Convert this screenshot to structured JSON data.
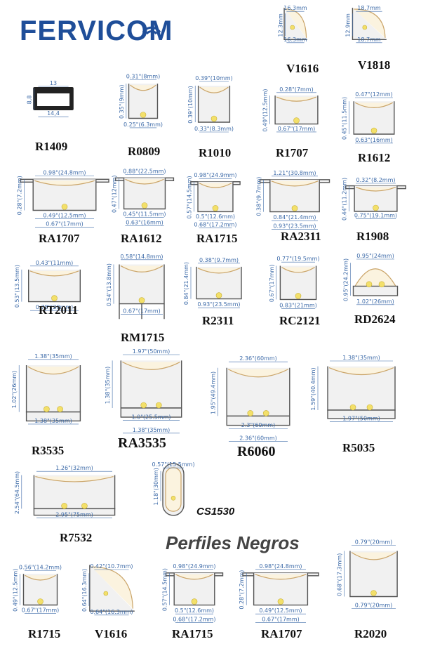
{
  "brand": {
    "name": "FERVICOM"
  },
  "section_black": "Perfiles Negros",
  "profiles": [
    {
      "id": "v1616",
      "code": "V1616",
      "dims": [
        "16.3mm",
        "12.3mm",
        "16.3mm"
      ]
    },
    {
      "id": "v1818",
      "code": "V1818",
      "dims": [
        "18.7mm",
        "12.9mm",
        "18.7mm"
      ]
    },
    {
      "id": "r1409",
      "code": "R1409",
      "dims": [
        "13",
        "8,8",
        "14,4"
      ]
    },
    {
      "id": "r0809",
      "code": "R0809",
      "dims": [
        "0.31\"(8mm)",
        "0.35\"(9mm)",
        "0.25\"(6.3mm)"
      ]
    },
    {
      "id": "r1010",
      "code": "R1010",
      "dims": [
        "0.39\"(10mm)",
        "0.39\"(10mm)",
        "0.33\"(8.3mm)"
      ]
    },
    {
      "id": "r1707",
      "code": "R1707",
      "dims": [
        "0.28\"(7mm)",
        "0.49\"(12.5mm)",
        "0.67\"(17mm)"
      ]
    },
    {
      "id": "r1612",
      "code": "R1612",
      "dims": [
        "0.47\"(12mm)",
        "0.45\"(11.5mm)",
        "0.63\"(16mm)"
      ]
    },
    {
      "id": "ra1707",
      "code": "RA1707",
      "dims": [
        "0.98\"(24.8mm)",
        "0.28\"(7.2mm)",
        "0.49\"(12.5mm)",
        "0.67\"(17mm)"
      ]
    },
    {
      "id": "ra1612",
      "code": "RA1612",
      "dims": [
        "0.88\"(22.5mm)",
        "0.47\"(12mm)",
        "0.45\"(11.5mm)",
        "0.63\"(16mm)"
      ]
    },
    {
      "id": "ra1715",
      "code": "RA1715",
      "dims": [
        "0.98\"(24.9mm)",
        "0.57\"(14.5mm)",
        "0.5\"(12.6mm)",
        "0.68\"(17.2mm)"
      ]
    },
    {
      "id": "ra2311",
      "code": "RA2311",
      "dims": [
        "1.21\"(30.8mm)",
        "0.38\"(9.7mm)",
        "0.84\"(21.4mm)",
        "0.93\"(23.5mm)"
      ]
    },
    {
      "id": "r1908",
      "code": "R1908",
      "dims": [
        "0.32\"(8.2mm)",
        "0.44\"(11.2mm)",
        "0.75\"(19.1mm)"
      ]
    },
    {
      "id": "rt2011",
      "code": "RT2011",
      "dims": [
        "0.43\"(11mm)",
        "0.53\"(13.5mm)",
        "0.78\"(20mm)"
      ]
    },
    {
      "id": "rm1715",
      "code": "RM1715",
      "dims": [
        "0.58\"(14.8mm)",
        "0.54\"(13.8mm)",
        "0.67\"(17mm)"
      ]
    },
    {
      "id": "r2311",
      "code": "R2311",
      "dims": [
        "0.38\"(9.7mm)",
        "0.84\"(21.4mm)",
        "0.93\"(23.5mm)"
      ]
    },
    {
      "id": "rc2121",
      "code": "RC2121",
      "dims": [
        "0.77\"(19.5mm)",
        "0.67\"(17mm)",
        "0.83\"(21mm)"
      ]
    },
    {
      "id": "rd2624",
      "code": "RD2624",
      "dims": [
        "0.95\"(24mm)",
        "0.95\"(24.2mm)",
        "1.02\"(26mm)"
      ]
    },
    {
      "id": "r3535",
      "code": "R3535",
      "dims": [
        "1.38\"(35mm)",
        "1.02\"(26mm)",
        "1.38\"(35mm)"
      ]
    },
    {
      "id": "ra3535",
      "code": "RA3535",
      "dims": [
        "1.97\"(50mm)",
        "1.38\"(35mm)",
        "1.0\"(25.5mm)",
        "1.38\"(35mm)"
      ]
    },
    {
      "id": "r6060",
      "code": "R6060",
      "dims": [
        "2.36\"(60mm)",
        "1.95\"(49.4mm)",
        "2.3\"(60mm)",
        "2.36\"(60mm)"
      ]
    },
    {
      "id": "r5035",
      "code": "R5035",
      "dims": [
        "1.38\"(35mm)",
        "1.59\"(40.4mm)",
        "1.97\"(50mm)"
      ]
    },
    {
      "id": "r7532",
      "code": "R7532",
      "dims": [
        "1.26\"(32mm)",
        "2.54\"(64.5mm)",
        "2.95\"(75mm)"
      ]
    },
    {
      "id": "cs1530",
      "code": "CS1530",
      "dims": [
        "0.57\"(15.5mm)",
        "1.18\"(30mm)"
      ]
    },
    {
      "id": "b_r1715",
      "code": "R1715",
      "dims": [
        "0.56\"(14.2mm)",
        "0.49\"(12.5mm)",
        "0.67\"(17mm)"
      ]
    },
    {
      "id": "b_v1616",
      "code": "V1616",
      "dims": [
        "0.42\"(10.7mm)",
        "0.64\"(16.3mm)",
        "0.64\"(16.3mm)"
      ]
    },
    {
      "id": "b_ra1715",
      "code": "RA1715",
      "dims": [
        "0.98\"(24.9mm)",
        "0.57\"(14.5mm)",
        "0.5\"(12.6mm)",
        "0.68\"(17.2mm)"
      ]
    },
    {
      "id": "b_ra1707",
      "code": "RA1707",
      "dims": [
        "0.98\"(24.8mm)",
        "0.28\"(7.2mm)",
        "0.49\"(12.5mm)",
        "0.67\"(17mm)"
      ]
    },
    {
      "id": "b_r2020",
      "code": "R2020",
      "dims": [
        "0.79\"(20mm)",
        "0.68\"(17.3mm)",
        "0.79\"(20mm)"
      ]
    }
  ]
}
